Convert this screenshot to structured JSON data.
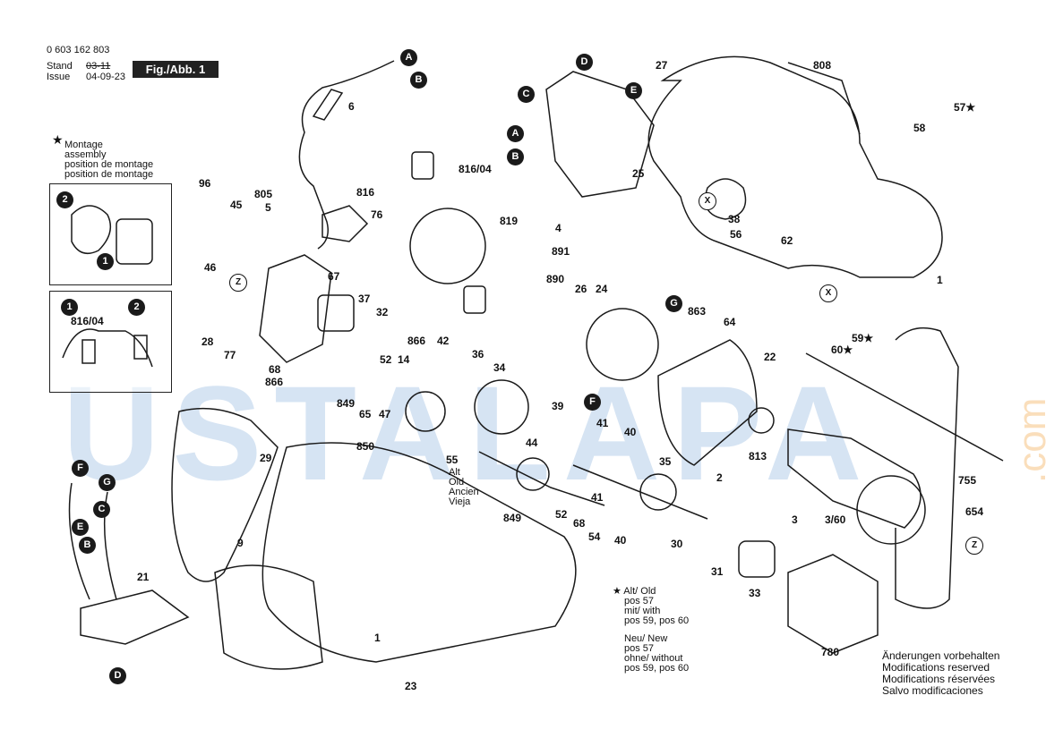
{
  "header": {
    "part_number": "0 603 162 803",
    "stand_label": "Stand",
    "stand_value": "03-11",
    "issue_label": "Issue",
    "issue_value": "04-09-23",
    "figure": "Fig./Abb. 1"
  },
  "montage_note": {
    "star": "★",
    "lines": [
      "Montage",
      "assembly",
      "position de montage",
      "position de montage"
    ]
  },
  "inset_labels": {
    "top_nums": [
      "2",
      "1"
    ],
    "bottom_nums": [
      "1",
      "2"
    ],
    "bottom_part": "816/04"
  },
  "callouts": {
    "A": "A",
    "B": "B",
    "C": "C",
    "D": "D",
    "E": "E",
    "F": "F",
    "G": "G",
    "X": "X",
    "Z": "Z"
  },
  "parts": [
    "6",
    "27",
    "808",
    "57★",
    "58",
    "25",
    "816/04",
    "816",
    "805",
    "5",
    "96",
    "45",
    "76",
    "4",
    "819",
    "891",
    "890",
    "26",
    "38",
    "56",
    "62",
    "46",
    "67",
    "37",
    "32",
    "866",
    "24",
    "863",
    "64",
    "X",
    "1",
    "28",
    "77",
    "68",
    "866",
    "42",
    "36",
    "52",
    "14",
    "34",
    "849",
    "65",
    "47",
    "39",
    "44",
    "41",
    "40",
    "850",
    "F",
    "22",
    "60★",
    "59★",
    "35",
    "813",
    "2",
    "29",
    "55",
    "3/60",
    "3",
    "755",
    "654",
    "52",
    "68",
    "54",
    "40",
    "30",
    "31",
    "849",
    "9",
    "21",
    "33",
    "780",
    "1",
    "23",
    "41"
  ],
  "notes": {
    "alt_lines": [
      "Alt",
      "Old",
      "Ancien",
      "Vieja"
    ],
    "legend_alt": [
      "★ Alt/ Old",
      "pos 57",
      "mit/ with",
      "pos 59, pos 60"
    ],
    "legend_new": [
      "Neu/ New",
      "pos 57",
      "ohne/ without",
      "pos 59, pos 60"
    ],
    "reserved": [
      "Änderungen vorbehalten",
      "Modifications reserved",
      "Modifications réservées",
      "Salvo modificaciones"
    ]
  },
  "watermark": {
    "main": "USTALAPA",
    "suffix": ".com"
  },
  "colors": {
    "line": "#1a1a1a",
    "watermark_blue": "#4682c8",
    "watermark_orange": "#f0a03c"
  }
}
